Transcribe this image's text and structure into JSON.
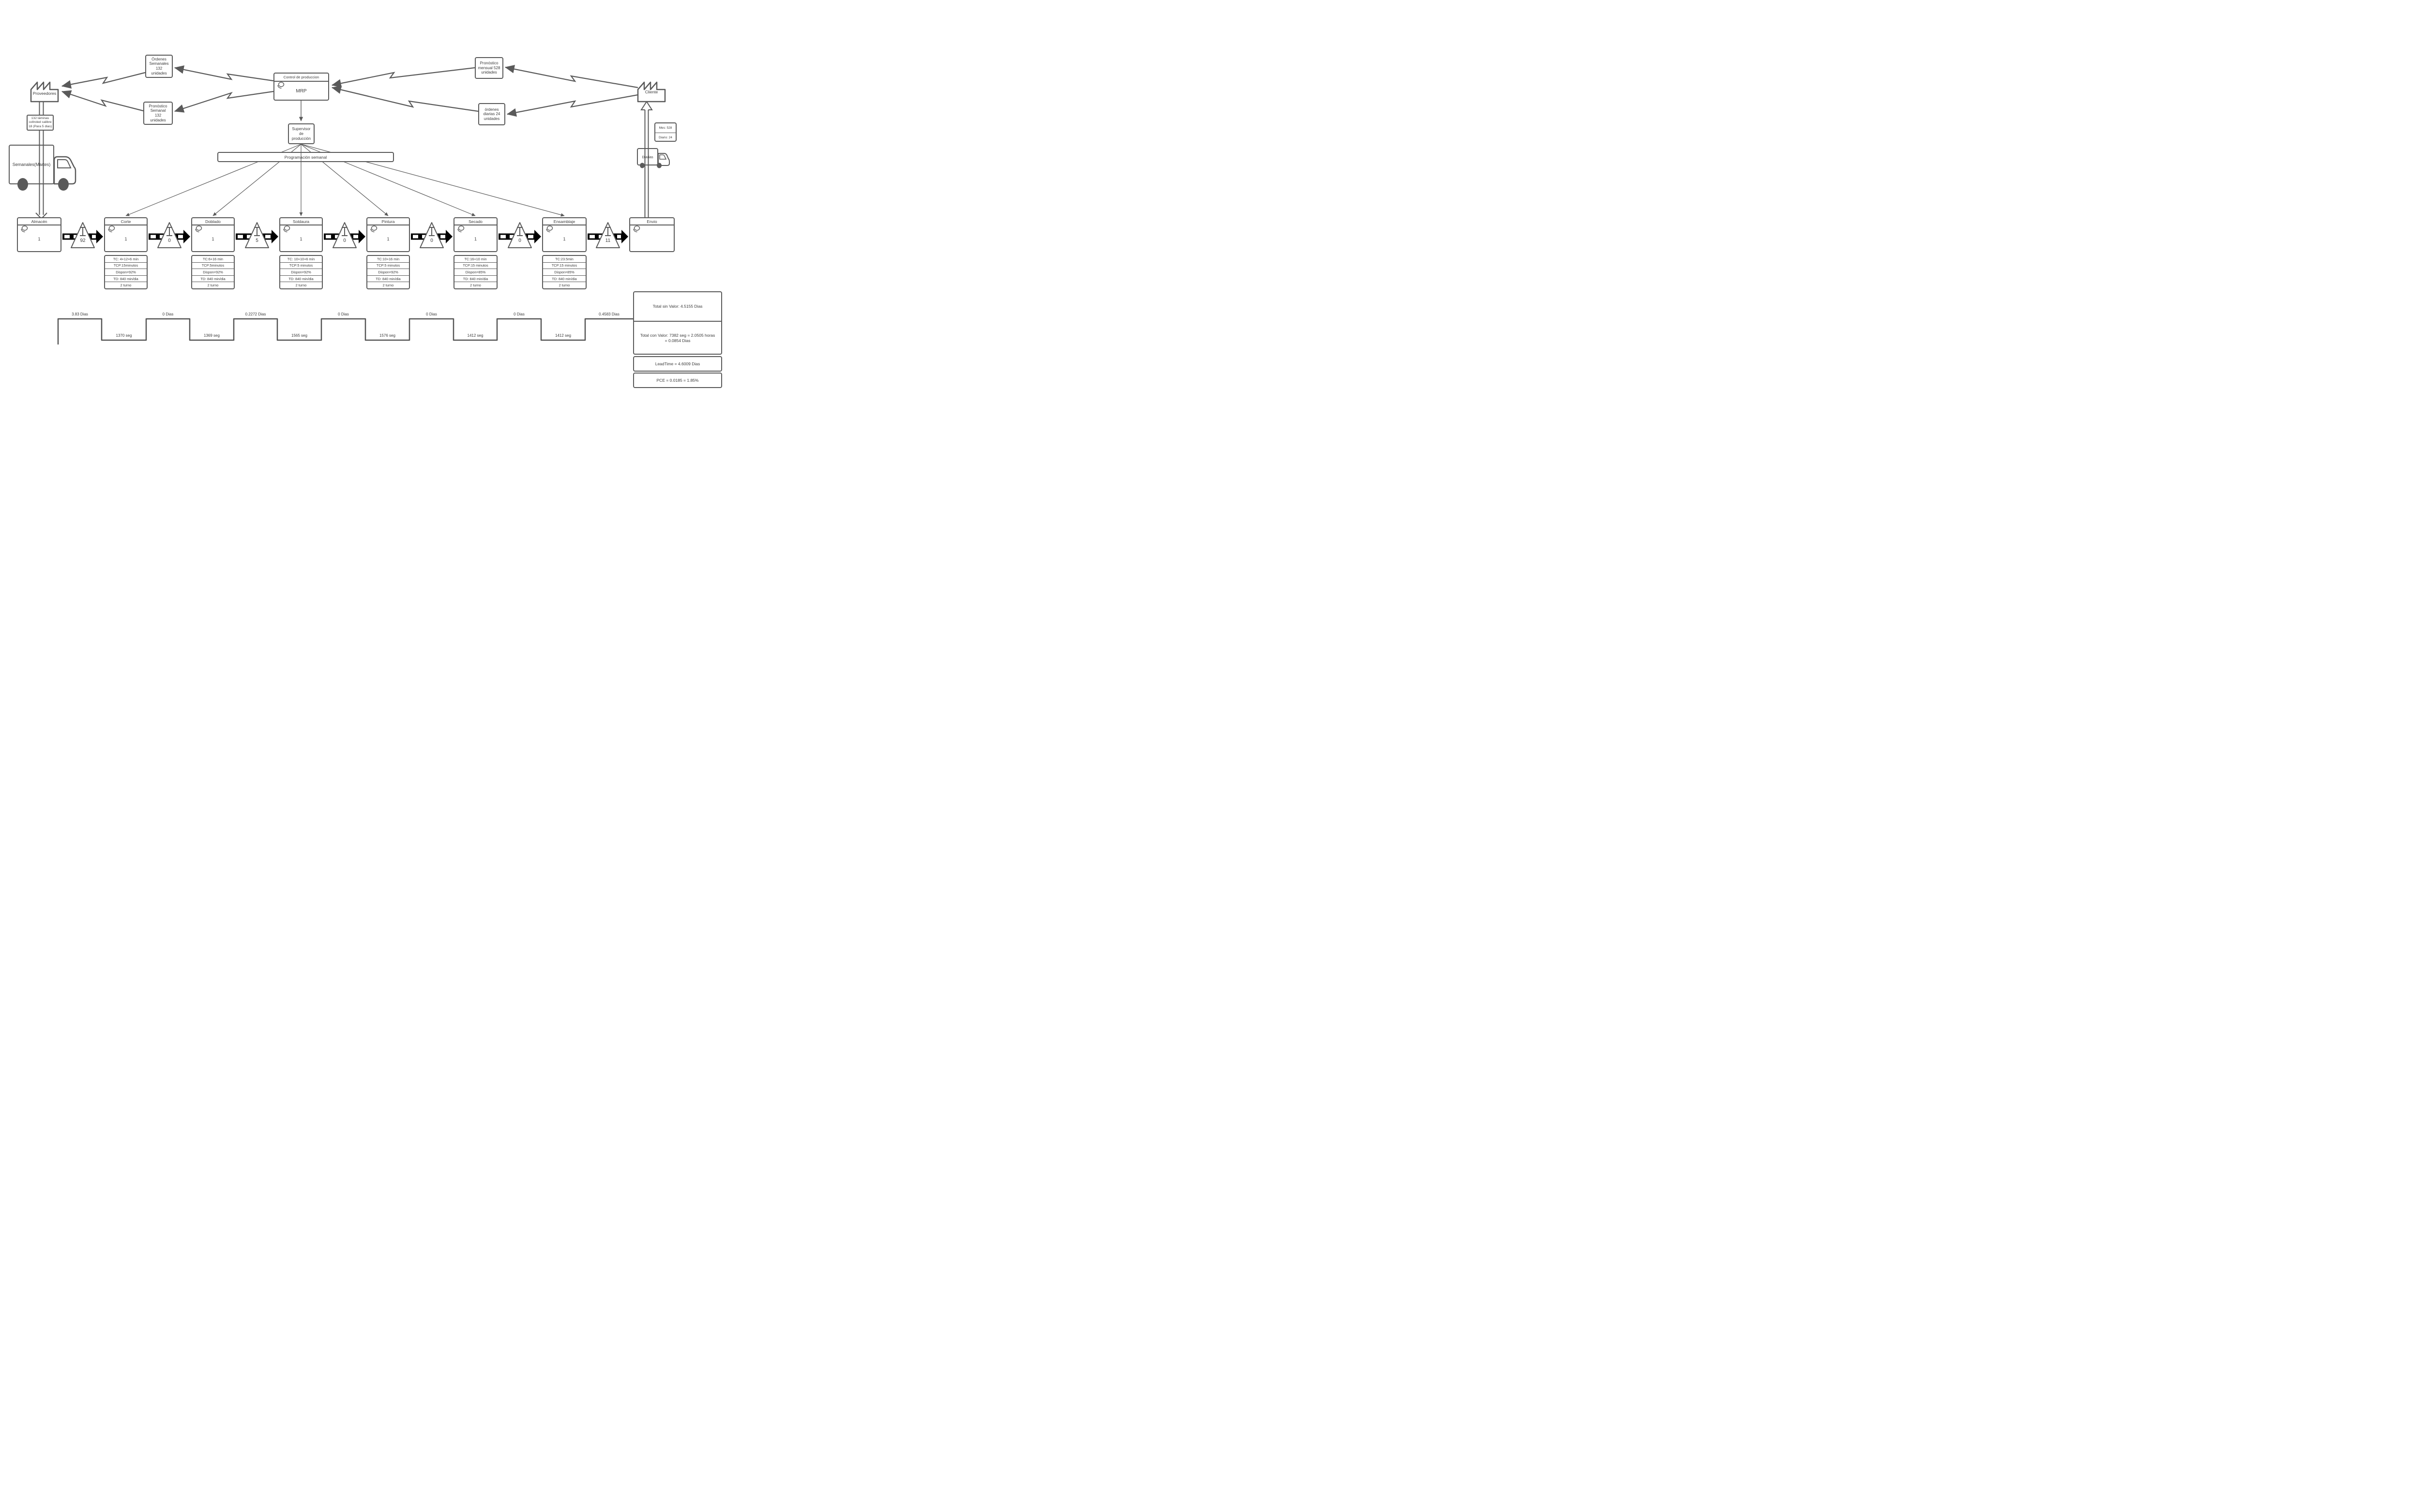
{
  "colors": {
    "line": "#5a5a5a",
    "text": "#3a3a3a",
    "push_arrow": "#000000"
  },
  "suppliers_label": "Proveedores",
  "customer_label": "Cliente",
  "info": {
    "ordenes_semanales": "Órdenes\nSemanales\n132\nunidades",
    "pronostico_semanal": "Pronóstico\nSemanal\n132\nunidades",
    "pronostico_mensual": "Pronóstico\nmensual 528\nunidades",
    "ordenes_diarias": "órdenes\ndiarias 24\nunidades"
  },
  "mrp": {
    "header": "Control de produccion",
    "label": "MRP"
  },
  "supervisor_label": "Supervisor\nde\nproducción",
  "schedule_label": "Programación semanal",
  "supply_note": "132 láminas\ncollroled calibre\n18 (Para 5 dias)",
  "truck_left_label": "Semanales(Martes)",
  "truck_right_label": "Diarias",
  "demand_box": {
    "mes": "Mes: 528",
    "diario": "Diario: 24"
  },
  "processes": [
    {
      "name": "Almacén",
      "operators": "1",
      "data": []
    },
    {
      "name": "Corte",
      "operators": "1",
      "data": [
        "TC: 4+12+6 min",
        "TCP:15minutos",
        "Dispon=92%",
        "TD: 840 min/dia",
        "2 turno"
      ]
    },
    {
      "name": "Doblado",
      "operators": "1",
      "data": [
        "TC:6+16 min",
        "TCP:5minutos",
        "Dispon=92%",
        "TD: 840 min/dia",
        "2 turno"
      ]
    },
    {
      "name": "Soldaura",
      "operators": "1",
      "data": [
        "TC: 10+10+6 min",
        "TCP:5 minutos",
        "Dispon=92%",
        "TD: 840 min/dia",
        "2 turno"
      ]
    },
    {
      "name": "Pintura",
      "operators": "1",
      "data": [
        "TC:10+16 min",
        "TCP:5 minutos",
        "Dispon=92%",
        "TD: 840 min/dia",
        "2 turno"
      ]
    },
    {
      "name": "Secado",
      "operators": "1",
      "data": [
        "TC:16+10 min",
        "TCP:15 minutos",
        "Dispon=85%",
        "TD: 840 min/dia",
        "2 turno"
      ]
    },
    {
      "name": "Ensamblaje",
      "operators": "1",
      "data": [
        "TC:23.5min",
        "TCP:15 minutos",
        "Dispon=85%",
        "TD: 840 min/dia",
        "2 turno"
      ]
    },
    {
      "name": "Envio",
      "operators": "",
      "data": []
    }
  ],
  "inventories": [
    "92",
    "0",
    "5",
    "0",
    "0",
    "0",
    "11"
  ],
  "timeline": {
    "dias": [
      "3.83 Dias",
      "0 Dias",
      "0.2272 Dias",
      "0 Dias",
      "0 Dias",
      "0 Dias",
      "0.4583 Dias"
    ],
    "seg": [
      "1370 seg",
      "1369 seg",
      "1565 seg",
      "1576 seg",
      "1412 seg",
      "1412 seg"
    ]
  },
  "summary": {
    "sin_valor": "Total sin Valor: 4.5155 Dias",
    "con_valor": "Total con Valor: 7382 seg = 2.0505 horas\n= 0.0854 Dias",
    "leadtime": "LeadTime = 4.6009 Dias",
    "pce": "PCE = 0.0185 = 1.85%"
  }
}
